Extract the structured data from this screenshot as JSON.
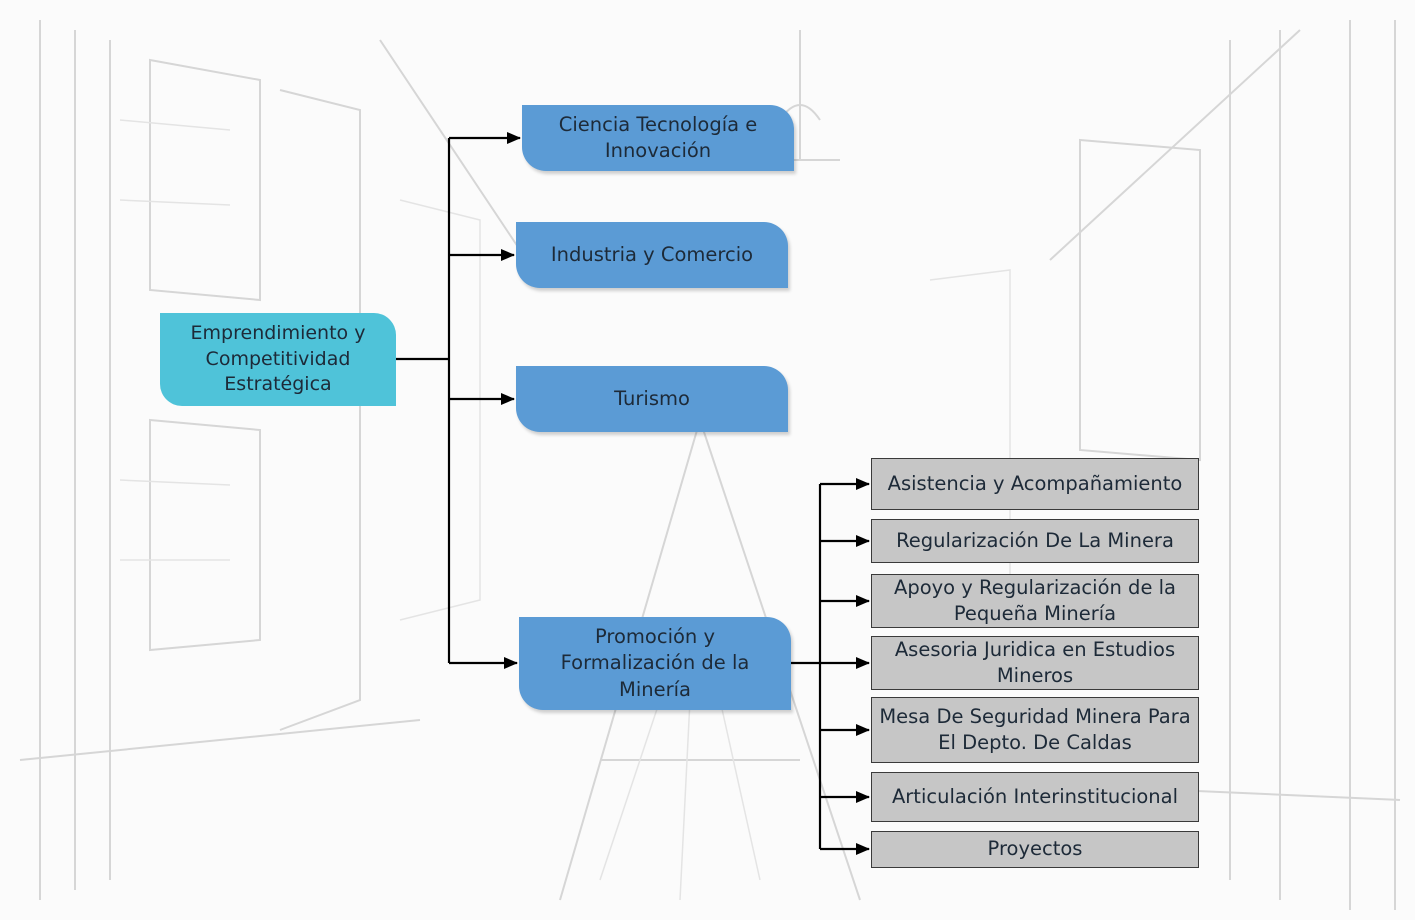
{
  "diagram": {
    "root": {
      "label": "Emprendimiento y Competitividad Estratégica"
    },
    "branches": [
      {
        "label": "Ciencia Tecnología e Innovación"
      },
      {
        "label": "Industria y Comercio"
      },
      {
        "label": "Turismo"
      },
      {
        "label": "Promoción y Formalización de la Minería"
      }
    ],
    "mineria_items": [
      {
        "label": "Asistencia y Acompañamiento"
      },
      {
        "label": "Regularización De La Minera"
      },
      {
        "label": "Apoyo y Regularización de la Pequeña Minería"
      },
      {
        "label": "Asesoria Juridica en Estudios Mineros"
      },
      {
        "label": "Mesa De Seguridad Minera Para El Depto. De Caldas"
      },
      {
        "label": "Articulación Interinstitucional"
      },
      {
        "label": "Proyectos"
      }
    ],
    "colors": {
      "root_fill": "#4fc3d9",
      "branch_fill": "#5b9bd5",
      "leaf_fill": "#c6c6c6",
      "connector": "#000000"
    }
  }
}
